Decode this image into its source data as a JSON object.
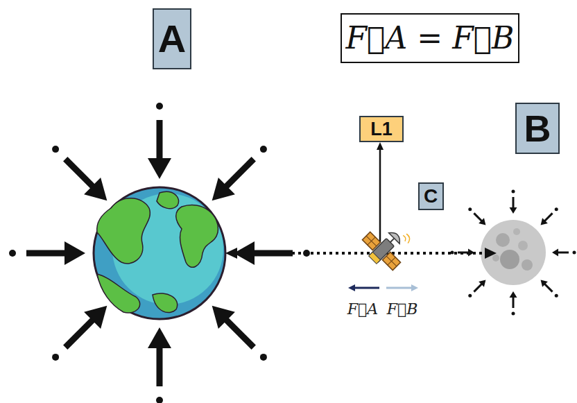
{
  "diagram": {
    "nodes": [
      {
        "text": [
          "A"
        ]
      },
      {
        "text": [
          "F⃗A = F⃗B"
        ]
      },
      {
        "text": [
          "L1"
        ]
      },
      {
        "text": [
          "B"
        ]
      },
      {
        "text": [
          "C"
        ]
      }
    ],
    "labels": [
      "F⃗A",
      "F⃗B"
    ]
  }
}
